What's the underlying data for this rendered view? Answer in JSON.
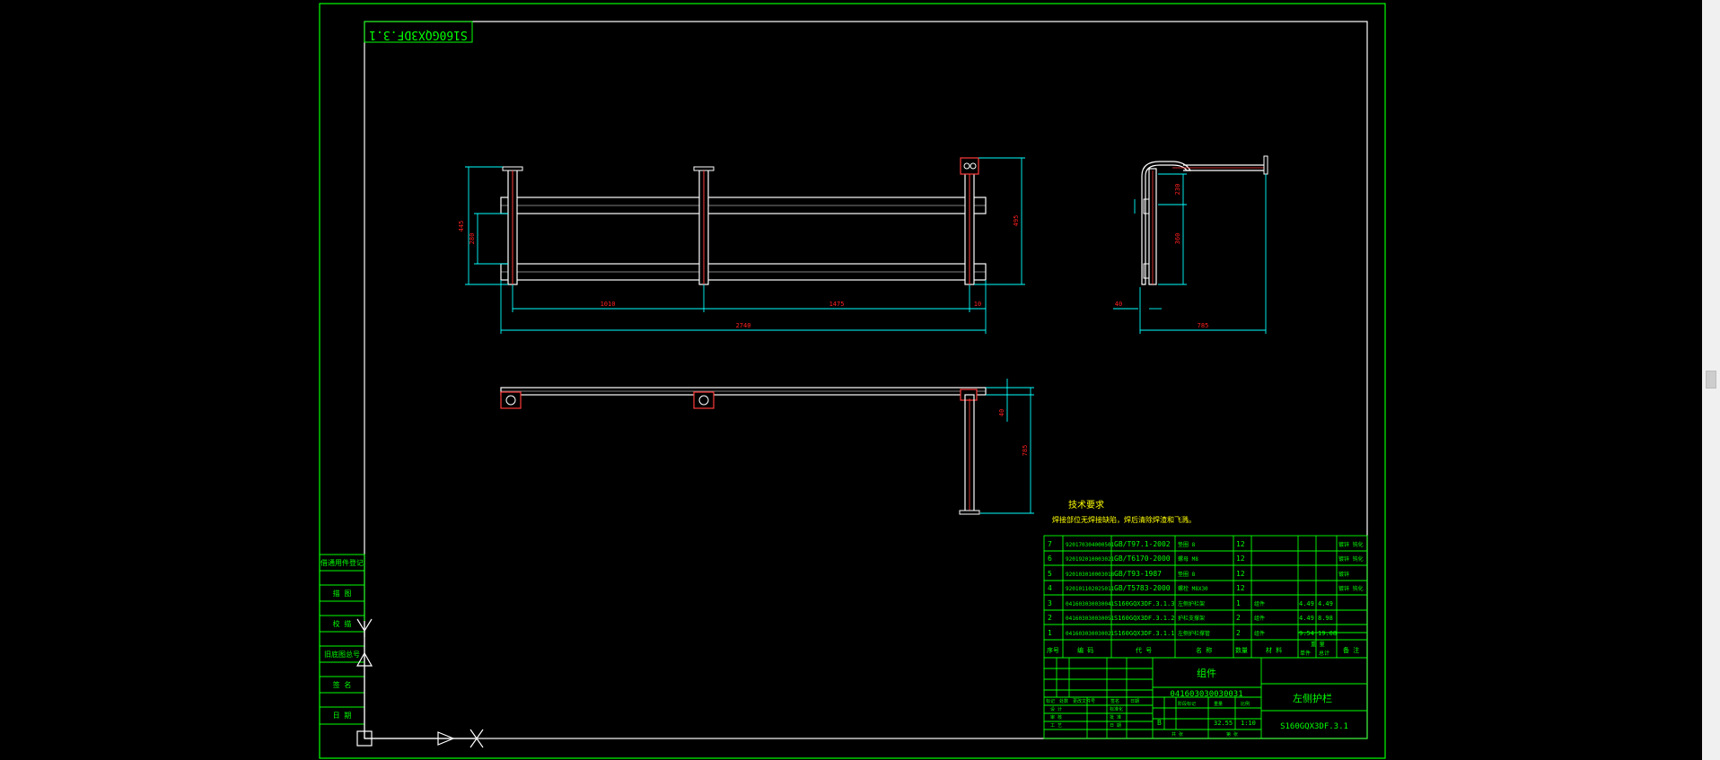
{
  "colors": {
    "background": "#000000",
    "frame": "#00ff00",
    "part": "#ffffff",
    "dimension": "#00ffff",
    "dimension_text": "#ff2020",
    "text": "#00ff00",
    "hatch": "#ff3b3b",
    "notes": "#ffff00"
  },
  "drawing": {
    "mirrored_code": "S160GQX3DF.3.1",
    "code": "S160GQX3DF.3.1",
    "part_no": "041603030030031",
    "title": "左侧护栏",
    "part_label": "组件",
    "technical_requirements_title": "技术要求",
    "technical_requirements_text": "焊接部位无焊接缺陷，焊后清除焊渣和飞溅。"
  },
  "left_stamp_labels": [
    "借通用件登记",
    "描 图",
    "校 描",
    "旧底图总号",
    "签 名",
    "日 期"
  ],
  "dimensions": {
    "front_height_left": "445",
    "front_inner_left": "280",
    "front_height_right": "495",
    "span_left": "1010",
    "span_right": "1475",
    "end_offset": "10",
    "overall_length": "2740",
    "side_upper": "230",
    "side_lower": "360",
    "side_offset": "40",
    "side_length": "785",
    "top_offset": "40",
    "top_height": "785"
  },
  "bom": {
    "rows": [
      {
        "seq": "7",
        "code": "920170304000501",
        "standard": "GB/T97.1-2002",
        "name": "垫圈 8",
        "qty": "12",
        "material": "",
        "unit": "",
        "total": "",
        "note": "镀锌 钝化"
      },
      {
        "seq": "6",
        "code": "920192010003021",
        "standard": "GB/T6170-2000",
        "name": "螺母 M8",
        "qty": "12",
        "material": "",
        "unit": "",
        "total": "",
        "note": "镀锌 钝化"
      },
      {
        "seq": "5",
        "code": "920103010003018",
        "standard": "GB/T93-1987",
        "name": "垫圈 8",
        "qty": "12",
        "material": "",
        "unit": "",
        "total": "",
        "note": "镀锌"
      },
      {
        "seq": "4",
        "code": "920101102025011",
        "standard": "GB/T5783-2000",
        "name": "螺栓 M8X30",
        "qty": "12",
        "material": "",
        "unit": "",
        "total": "",
        "note": "镀锌 钝化"
      },
      {
        "seq": "3",
        "code": "041603030030041",
        "standard": "S160GQX3DF.3.1.3",
        "name": "左侧护栏架",
        "qty": "1",
        "material": "组件",
        "unit": "4.49",
        "total": "4.49",
        "note": ""
      },
      {
        "seq": "2",
        "code": "041603030030051",
        "standard": "S160GQX3DF.3.1.2",
        "name": "护栏支撑架",
        "qty": "2",
        "material": "组件",
        "unit": "4.49",
        "total": "8.98",
        "note": ""
      },
      {
        "seq": "1",
        "code": "041603030030021",
        "standard": "S160GQX3DF.3.1.1",
        "name": "左侧护栏撑管",
        "qty": "2",
        "material": "组件",
        "unit": "9.54",
        "total": "19.08",
        "note": ""
      }
    ],
    "headers": [
      "序号",
      "编 码",
      "代 号",
      "名 称",
      "数量",
      "材 料",
      "单件",
      "总计",
      "备 注"
    ],
    "weight_header": "重 量",
    "title_block": {
      "mark_labels": [
        "标记",
        "处数",
        "更改文件号",
        "签名",
        "日期"
      ],
      "role_labels": [
        "设 计",
        "审 核",
        "工 艺"
      ],
      "std_labels": [
        "标准化",
        "批 准",
        "日 期"
      ],
      "stage_header": "阶段标记",
      "weight_header": "重量",
      "scale_header": "比例",
      "stage": "B",
      "weight": "32.55",
      "scale": "1:10",
      "sheet_total": "共 张",
      "sheet_no": "第 张"
    }
  }
}
